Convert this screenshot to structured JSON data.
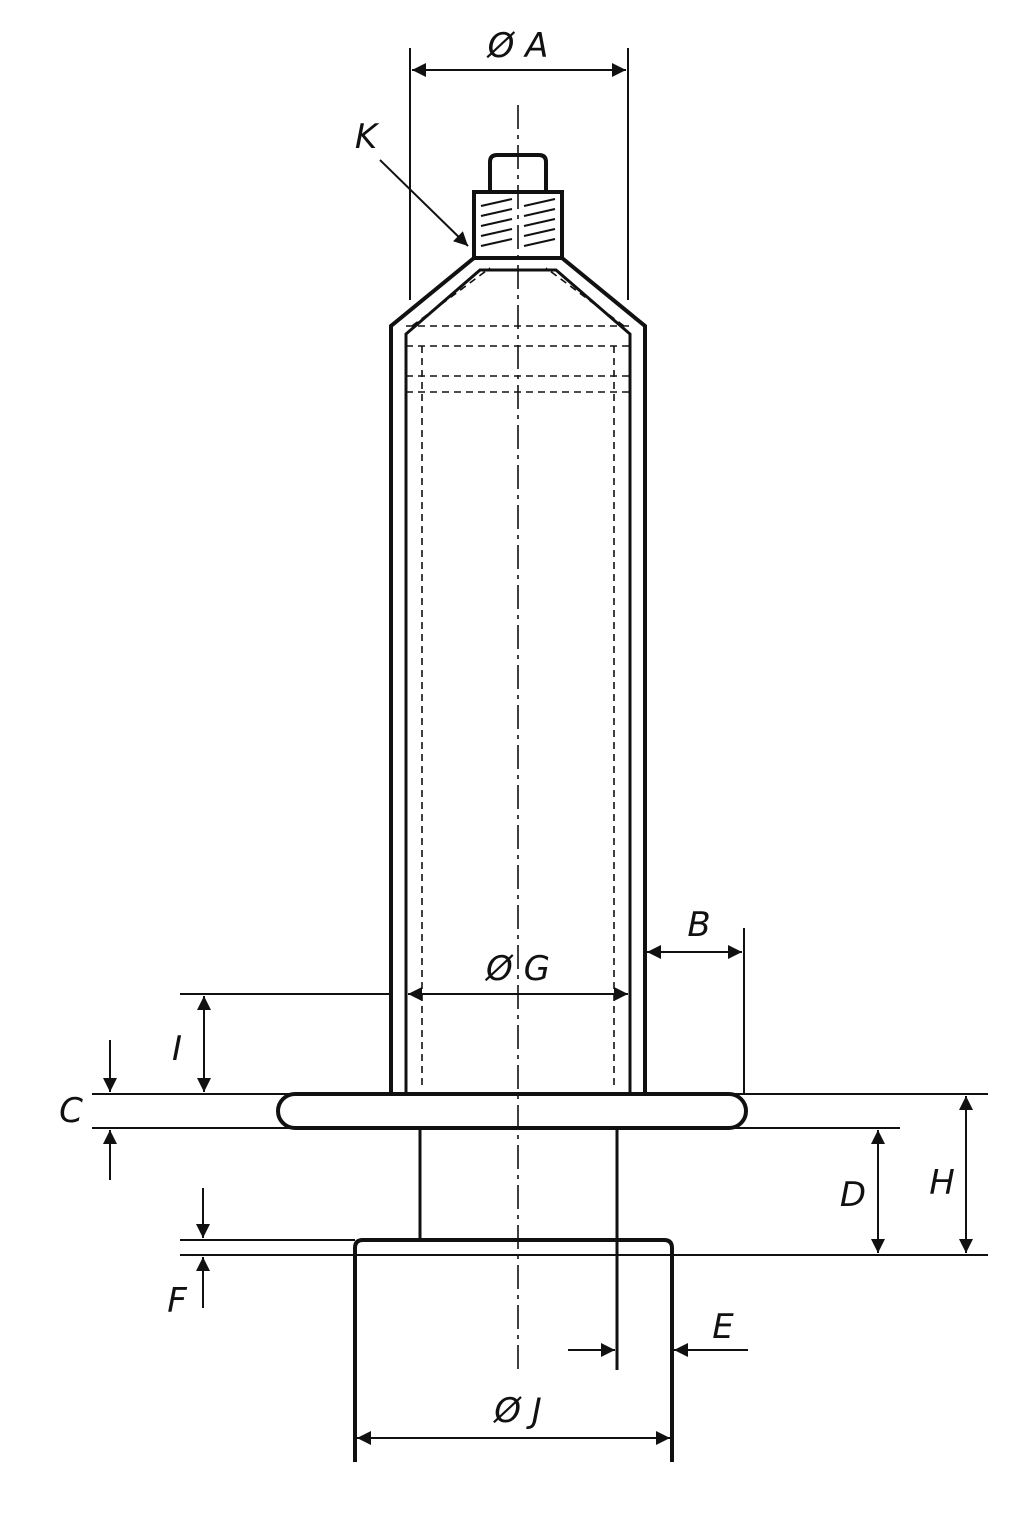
{
  "labels": {
    "dia_a": "Ø A",
    "k": "K",
    "b": "B",
    "dia_g": "Ø G",
    "i": "I",
    "c": "C",
    "d": "D",
    "h": "H",
    "f": "F",
    "e": "E",
    "dia_j": "Ø J"
  },
  "colors": {
    "line": "#111111",
    "background": "#ffffff"
  }
}
